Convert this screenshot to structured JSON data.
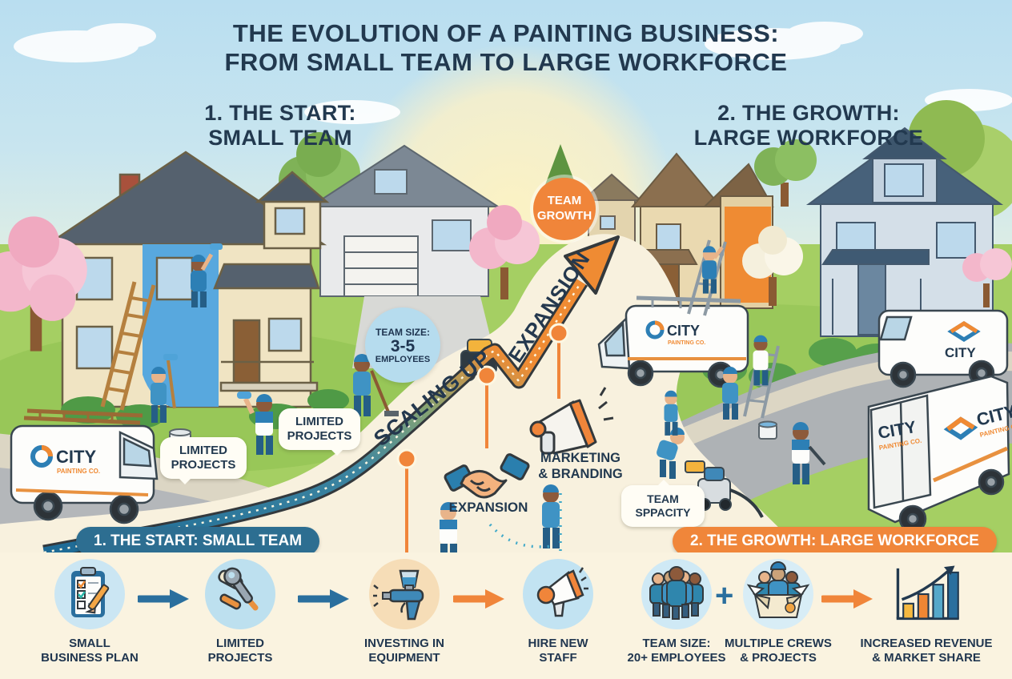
{
  "title": {
    "line1": "THE EVOLUTION OF A PAINTING BUSINESS:",
    "line2": "FROM SMALL TEAM TO LARGE WORKFORCE"
  },
  "section_start": {
    "heading1": "1. THE START:",
    "heading2": "SMALL TEAM",
    "banner": "1. THE START: SMALL TEAM"
  },
  "section_growth": {
    "heading1": "2. THE GROWTH:",
    "heading2": "LARGE WORKFORCE",
    "banner": "2. THE GROWTH: LARGE WORKFORCE"
  },
  "scene": {
    "team_growth": {
      "line1": "TEAM",
      "line2": "GROWTH"
    },
    "team_size": {
      "line1": "TEAM SIZE:",
      "line2": "3-5",
      "line3": "EMPLOYEES"
    },
    "limited_projects_a": {
      "line1": "LIMITED",
      "line2": "PROJECTS"
    },
    "limited_projects_b": {
      "line1": "LIMITED",
      "line2": "PROJECTS"
    },
    "team_capacity": {
      "line1": "TEAM",
      "line2": "SPPACITY"
    },
    "scaling_up_label": "SCALING UP",
    "expansion_arrow_label": "EXPANSION",
    "expansion_milestone_label": "EXPANSION",
    "marketing_milestone": {
      "line1": "MARKETING",
      "line2": "& BRANDING"
    },
    "van_brand": "CITY",
    "van_brand_sub": "PAINTING CO."
  },
  "timeline": {
    "plus_sign": "+",
    "items": [
      {
        "line1": "SMALL",
        "line2": "BUSINESS PLAN",
        "icon": "clipboard-checklist-icon"
      },
      {
        "line1": "LIMITED",
        "line2": "PROJECTS",
        "icon": "roller-wrench-icon"
      },
      {
        "line1": "INVESTING IN",
        "line2": "EQUIPMENT",
        "icon": "spray-gun-icon"
      },
      {
        "line1": "HIRE NEW",
        "line2": "STAFF",
        "icon": "megaphone-icon"
      },
      {
        "line1": "TEAM SIZE:",
        "line2": "20+ EMPLOYEES",
        "icon": "team-group-icon"
      },
      {
        "line1": "MULTIPLE CREWS",
        "line2": "& PROJECTS",
        "icon": "crew-box-icon"
      },
      {
        "line1": "INCREASED REVENUE",
        "line2": "& MARKET SHARE",
        "icon": "growth-chart-icon"
      }
    ]
  },
  "colors": {
    "navy": "#22394f",
    "accent_orange": "#f0853a",
    "banner_blue": "#2d6e91",
    "light_blue_badge": "#b6dcee",
    "cream": "#faf3e0",
    "arrow_blue": "#1d6a96"
  }
}
